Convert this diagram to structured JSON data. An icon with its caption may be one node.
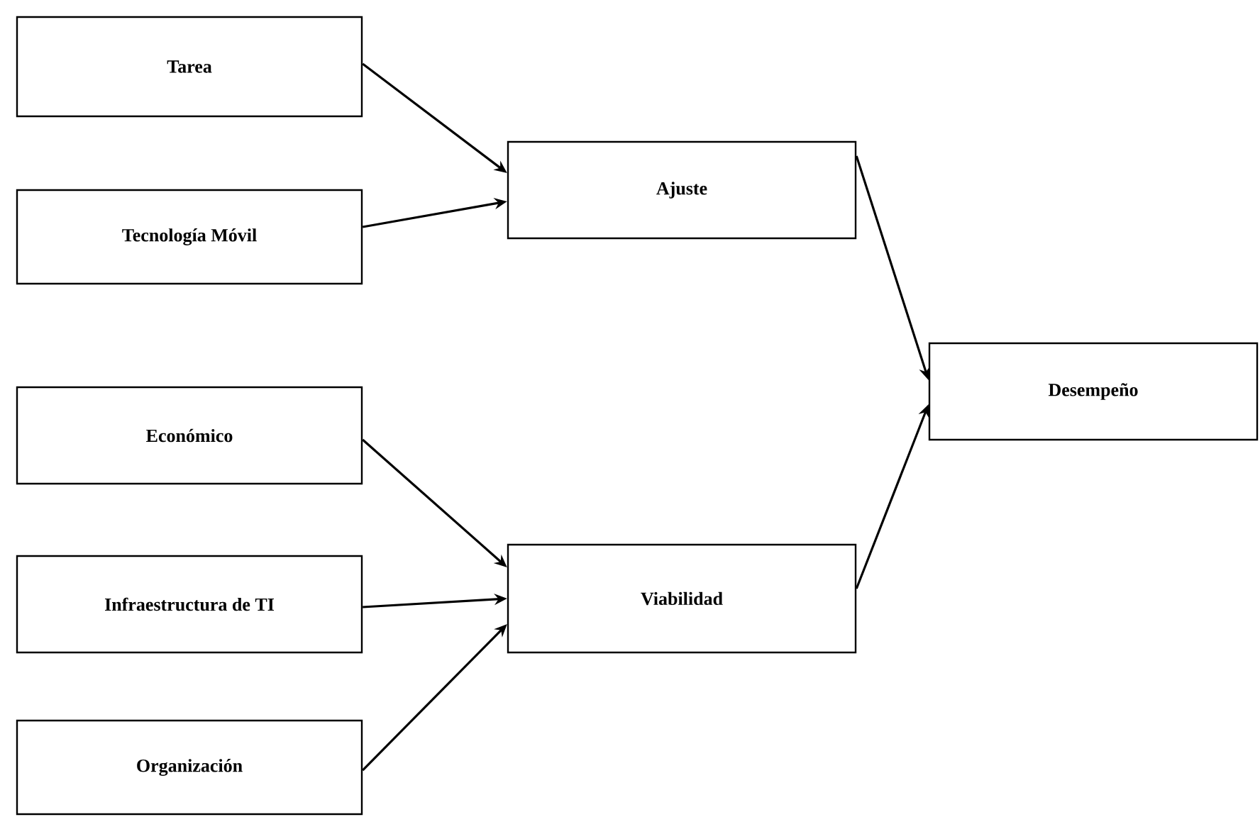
{
  "diagram": {
    "nodes": [
      {
        "text": [
          "Tarea"
        ]
      },
      {
        "text": [
          "Tecnología Móvil"
        ]
      },
      {
        "text": [
          "Ajuste"
        ]
      },
      {
        "text": [
          "Económico"
        ]
      },
      {
        "text": [
          "Infraestructura de TI"
        ]
      },
      {
        "text": [
          "Viabilidad"
        ]
      },
      {
        "text": [
          "Organización"
        ]
      },
      {
        "text": [
          "Desempeño"
        ]
      }
    ],
    "edges": [
      {
        "from": 0,
        "to": 2,
        "arrow": "to"
      },
      {
        "from": 1,
        "to": 2,
        "arrow": "to"
      },
      {
        "from": 2,
        "to": 7,
        "arrow": "to"
      },
      {
        "from": 3,
        "to": 5,
        "arrow": "to"
      },
      {
        "from": 4,
        "to": 5,
        "arrow": "to"
      },
      {
        "from": 6,
        "to": 5,
        "arrow": "to"
      },
      {
        "from": 5,
        "to": 7,
        "arrow": "to"
      }
    ]
  }
}
